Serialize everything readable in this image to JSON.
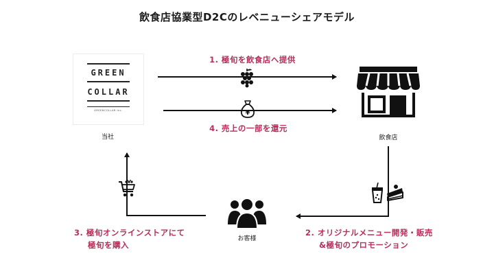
{
  "title": "飲食店協業型D2Cのレベニューシェアモデル",
  "accent_color": "#b5305a",
  "nodes": {
    "company": {
      "label": "当社",
      "logo_line1": "GREEN",
      "logo_line2": "COLLAR",
      "logo_sub": "GREENCOLLAR Inc."
    },
    "restaurant": {
      "label": "飲食店"
    },
    "customer": {
      "label": "お客様"
    }
  },
  "steps": {
    "step1": "1. 極旬を飲食店へ提供",
    "step2_line1": "2. オリジナルメニュー開発・販売",
    "step2_line2": "&極旬のプロモーション",
    "step3_line1": "3. 極旬オンラインストアにて",
    "step3_line2": "極旬を購入",
    "step4": "4. 売上の一部を還元"
  },
  "icons": {
    "grapes": "grapes-icon",
    "money_bag": "money-bag-icon",
    "money_symbol": "¥",
    "store": "storefront-icon",
    "drink": "drink-cup-icon",
    "cake": "cake-icon",
    "people": "people-group-icon",
    "cart": "shopping-cart-icon"
  }
}
